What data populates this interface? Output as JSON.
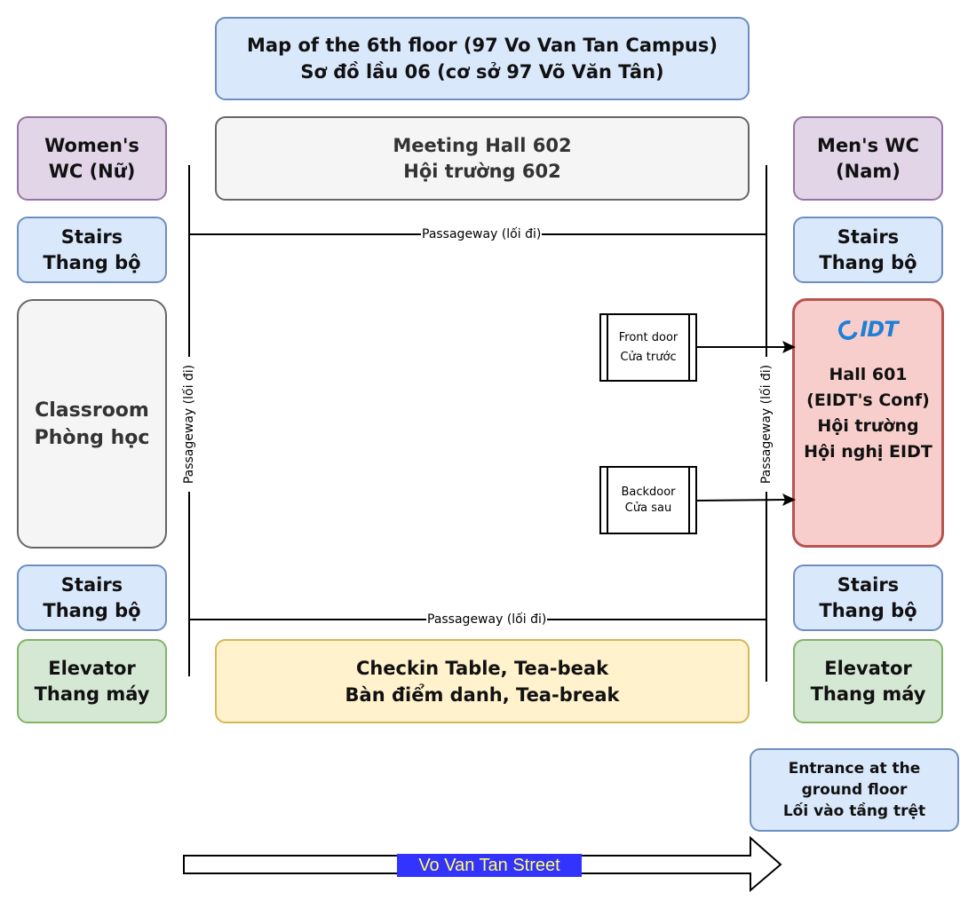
{
  "title": {
    "line1": "Map of the 6th floor (97 Vo Van Tan Campus)",
    "line2": "Sơ đồ lầu 06 (cơ sở 97 Võ Văn Tân)"
  },
  "womens_wc": {
    "line1": "Women's",
    "line2": "WC (Nữ)"
  },
  "mens_wc": {
    "line1": "Men's WC",
    "line2": "(Nam)"
  },
  "meeting_hall": {
    "line1": "Meeting Hall 602",
    "line2": "Hội trường 602"
  },
  "stairs": {
    "line1": "Stairs",
    "line2": "Thang bộ"
  },
  "classroom": {
    "line1": "Classroom",
    "line2": "Phòng học"
  },
  "hall601": {
    "logo": "IDT",
    "line1": "Hall 601",
    "line2": "(EIDT's Conf)",
    "line3": "Hội trường",
    "line4": "Hội nghị EIDT"
  },
  "front_door": {
    "line1": "Front door",
    "line2": "Cửa trước"
  },
  "backdoor": {
    "line1": "Backdoor",
    "line2": "Cửa sau"
  },
  "elevator": {
    "line1": "Elevator",
    "line2": "Thang máy"
  },
  "checkin": {
    "line1": "Checkin Table, Tea-beak",
    "line2": "Bàn điểm danh, Tea-break"
  },
  "entrance": {
    "line1": "Entrance at the",
    "line2": "ground floor",
    "line3": "Lối vào tầng trệt"
  },
  "passageway_label": "Passageway (lối đi)",
  "street": {
    "label": "Vo Van Tan Street"
  },
  "colors": {
    "blue_fill": "#dae8fc",
    "purple_fill": "#e1d5e7",
    "gray_fill": "#f5f5f5",
    "green_fill": "#d5e8d4",
    "yellow_fill": "#fff2cc",
    "red_fill": "#f8cecc",
    "street_label_bg": "#3333ff",
    "street_label_text": "#ffff66",
    "logo_blue": "#1e7fd6"
  }
}
